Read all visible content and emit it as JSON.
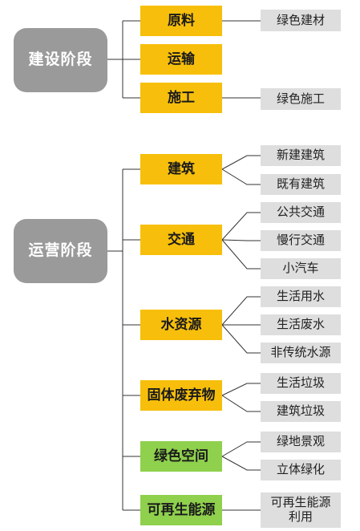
{
  "colors": {
    "stage_fill": "#9a9a9a",
    "stage_text": "#ffffff",
    "yellow_fill": "#f7bf0b",
    "green_fill": "#8fd04d",
    "leaf_fill": "#dedede",
    "line": "#333333"
  },
  "construction": {
    "stage": "建设阶段",
    "items": {
      "raw": {
        "label": "原料",
        "leaves": [
          "绿色建材"
        ]
      },
      "transport": {
        "label": "运输",
        "leaves": []
      },
      "build": {
        "label": "施工",
        "leaves": [
          "绿色施工"
        ]
      }
    }
  },
  "operation": {
    "stage": "运营阶段",
    "items": {
      "buildings": {
        "label": "建筑",
        "leaves": [
          "新建建筑",
          "既有建筑"
        ]
      },
      "traffic": {
        "label": "交通",
        "leaves": [
          "公共交通",
          "慢行交通",
          "小汽车"
        ]
      },
      "water": {
        "label": "水资源",
        "leaves": [
          "生活用水",
          "生活废水",
          "非传统水源"
        ]
      },
      "waste": {
        "label": "固体废弃物",
        "leaves": [
          "生活垃圾",
          "建筑垃圾"
        ]
      },
      "green_space": {
        "label": "绿色空间",
        "leaves": [
          "绿地景观",
          "立体绿化"
        ]
      },
      "renewable": {
        "label": "可再生能源",
        "leaves": [
          "可再生能源利用"
        ]
      }
    }
  }
}
